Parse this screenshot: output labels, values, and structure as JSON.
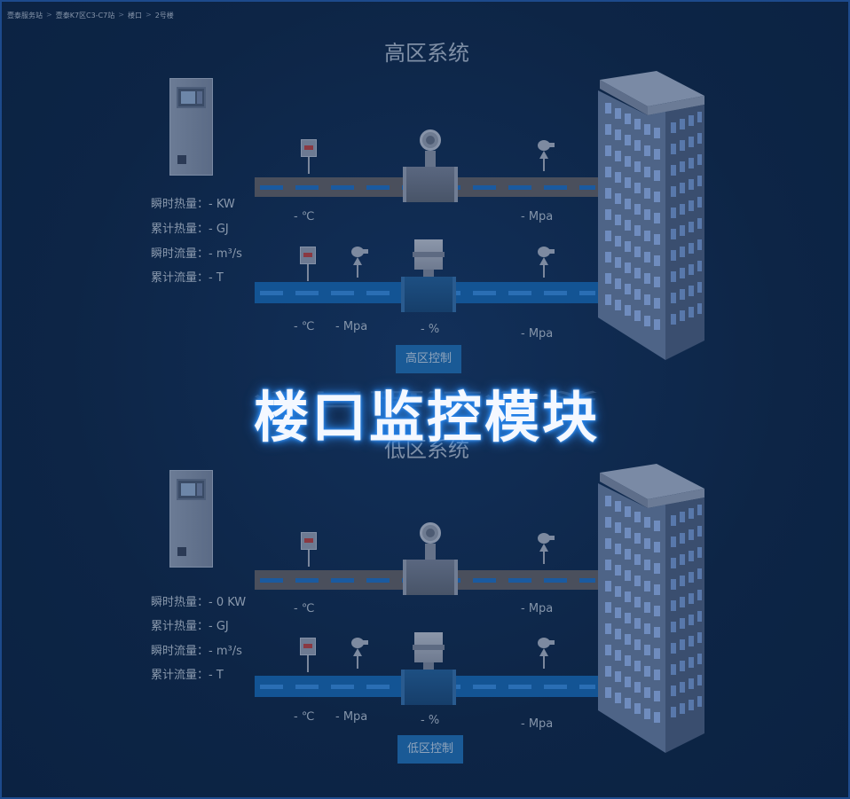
{
  "breadcrumb": [
    "壹泰服务站",
    "壹泰K7区C3-C7站",
    "楼口",
    "2号楼"
  ],
  "high": {
    "title": "高区系统",
    "metrics": [
      "瞬时热量：- KW",
      "累计热量：- GJ",
      "瞬时流量：- m³/s",
      "累计流量：- T"
    ],
    "supply_temp": "- ℃",
    "supply_pressure": "- Mpa",
    "return_temp": "- ℃",
    "return_pressure_left": "- Mpa",
    "valve": "- %",
    "return_pressure_right": "- Mpa",
    "control_button": "高区控制"
  },
  "low": {
    "title": "低区系统",
    "metrics": [
      "瞬时热量：- 0 KW",
      "累计热量：- GJ",
      "瞬时流量：- m³/s",
      "累计流量：- T"
    ],
    "supply_temp": "- ℃",
    "supply_pressure": "- Mpa",
    "return_temp": "- ℃",
    "return_pressure_left": "- Mpa",
    "valve": "- %",
    "return_pressure_right": "- Mpa",
    "control_button": "低区控制"
  },
  "overlay": {
    "title": "楼口监控模块"
  },
  "colors": {
    "background": "#0d2546",
    "hot_pipe": "#4a4f5c",
    "cold_pipe": "#135494",
    "button": "#1a5a96",
    "glow": "#1e7ee8"
  }
}
